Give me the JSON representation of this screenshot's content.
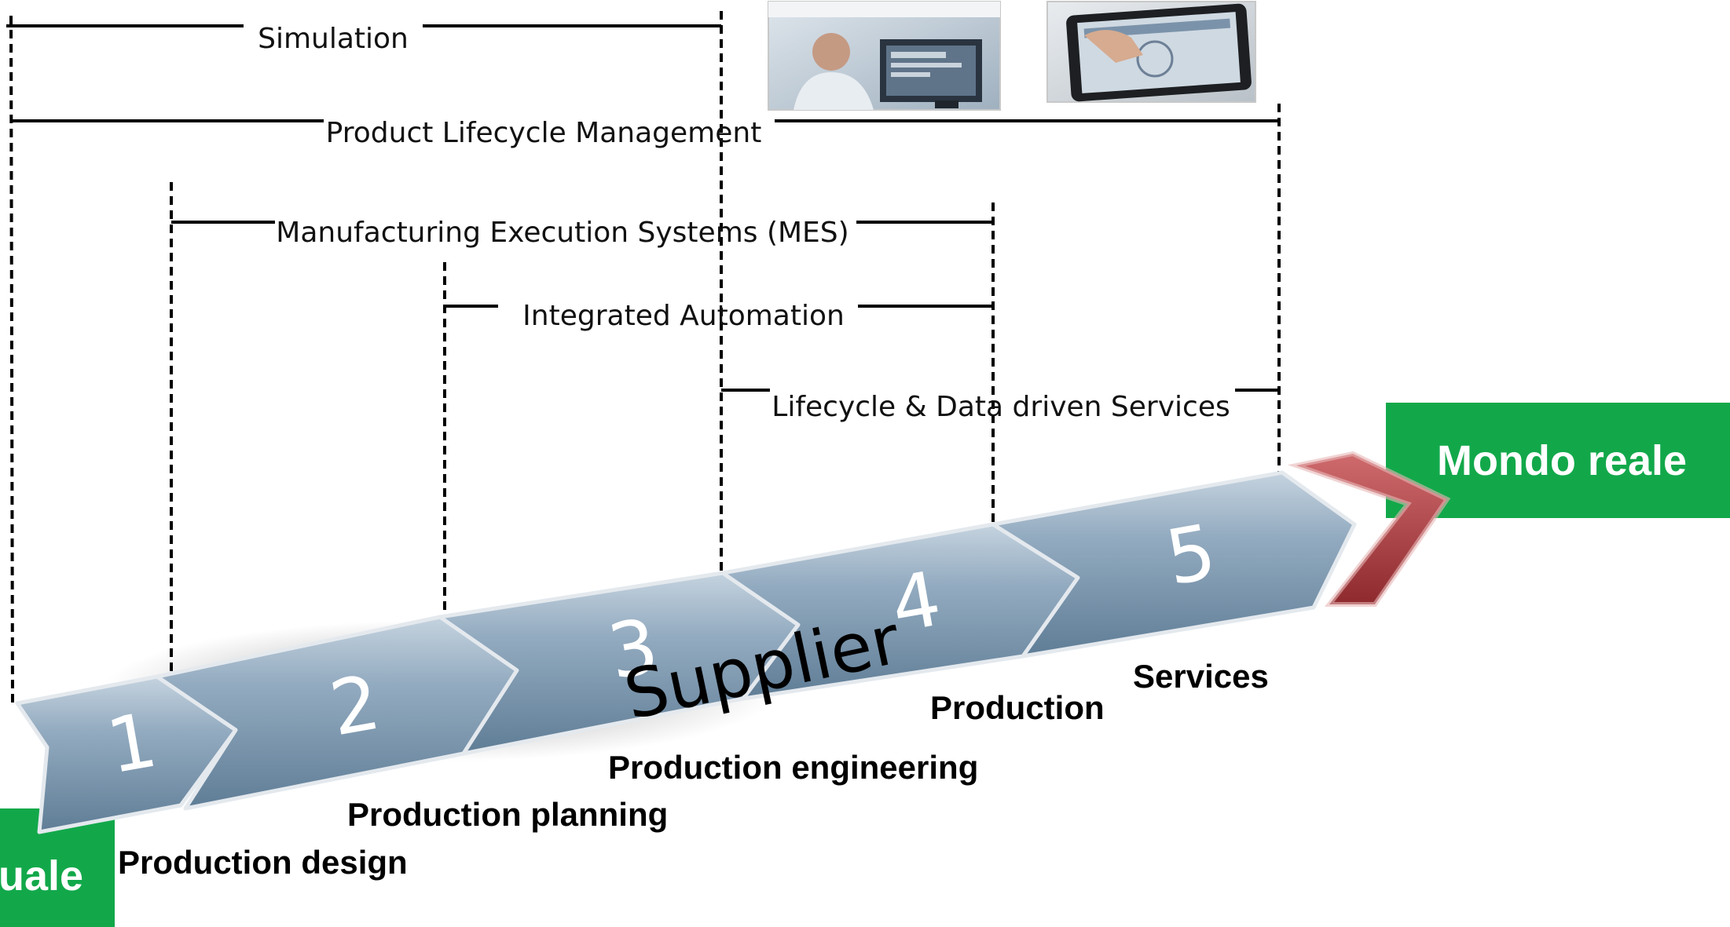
{
  "ranges": {
    "simulation": "Simulation",
    "plm": "Product Lifecycle Management",
    "mes": "Manufacturing Execution Systems (MES)",
    "automation": "Integrated Automation",
    "services": "Lifecycle & Data driven Services"
  },
  "steps": [
    {
      "number": "1",
      "label": "Production design"
    },
    {
      "number": "2",
      "label": "Production planning"
    },
    {
      "number": "3",
      "label": "Production engineering"
    },
    {
      "number": "4",
      "label": "Production"
    },
    {
      "number": "5",
      "label": "Services"
    }
  ],
  "center_label": "Supplier",
  "left_box_label": "uale",
  "right_box_label": "Mondo reale",
  "colors": {
    "green": "#12a84a",
    "arrow_blue": "#7f9bb3",
    "arrow_red": "#a8393d"
  },
  "images": [
    {
      "icon": "man-at-workstation-photo-icon"
    },
    {
      "icon": "tablet-touch-photo-icon"
    }
  ]
}
